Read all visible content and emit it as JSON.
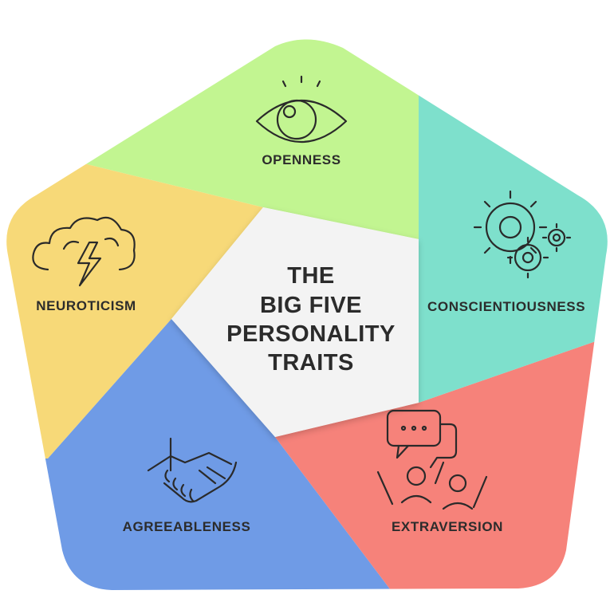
{
  "title": {
    "line1": "THE",
    "line2": "BIG FIVE",
    "line3": "PERSONALITY",
    "line4": "TRAITS"
  },
  "traits": [
    {
      "label": "OPENNESS",
      "color": "#c2f591",
      "icon": "eye-icon"
    },
    {
      "label": "CONSCIENTIOUSNESS",
      "color": "#7ee0cc",
      "icon": "gears-icon"
    },
    {
      "label": "EXTRAVERSION",
      "color": "#f6827a",
      "icon": "people-chat-icon"
    },
    {
      "label": "AGREEABLENESS",
      "color": "#6f9be6",
      "icon": "handshake-icon"
    },
    {
      "label": "NEUROTICISM",
      "color": "#f7d978",
      "icon": "storm-cloud-icon"
    }
  ],
  "center_color": "#f3f3f3"
}
